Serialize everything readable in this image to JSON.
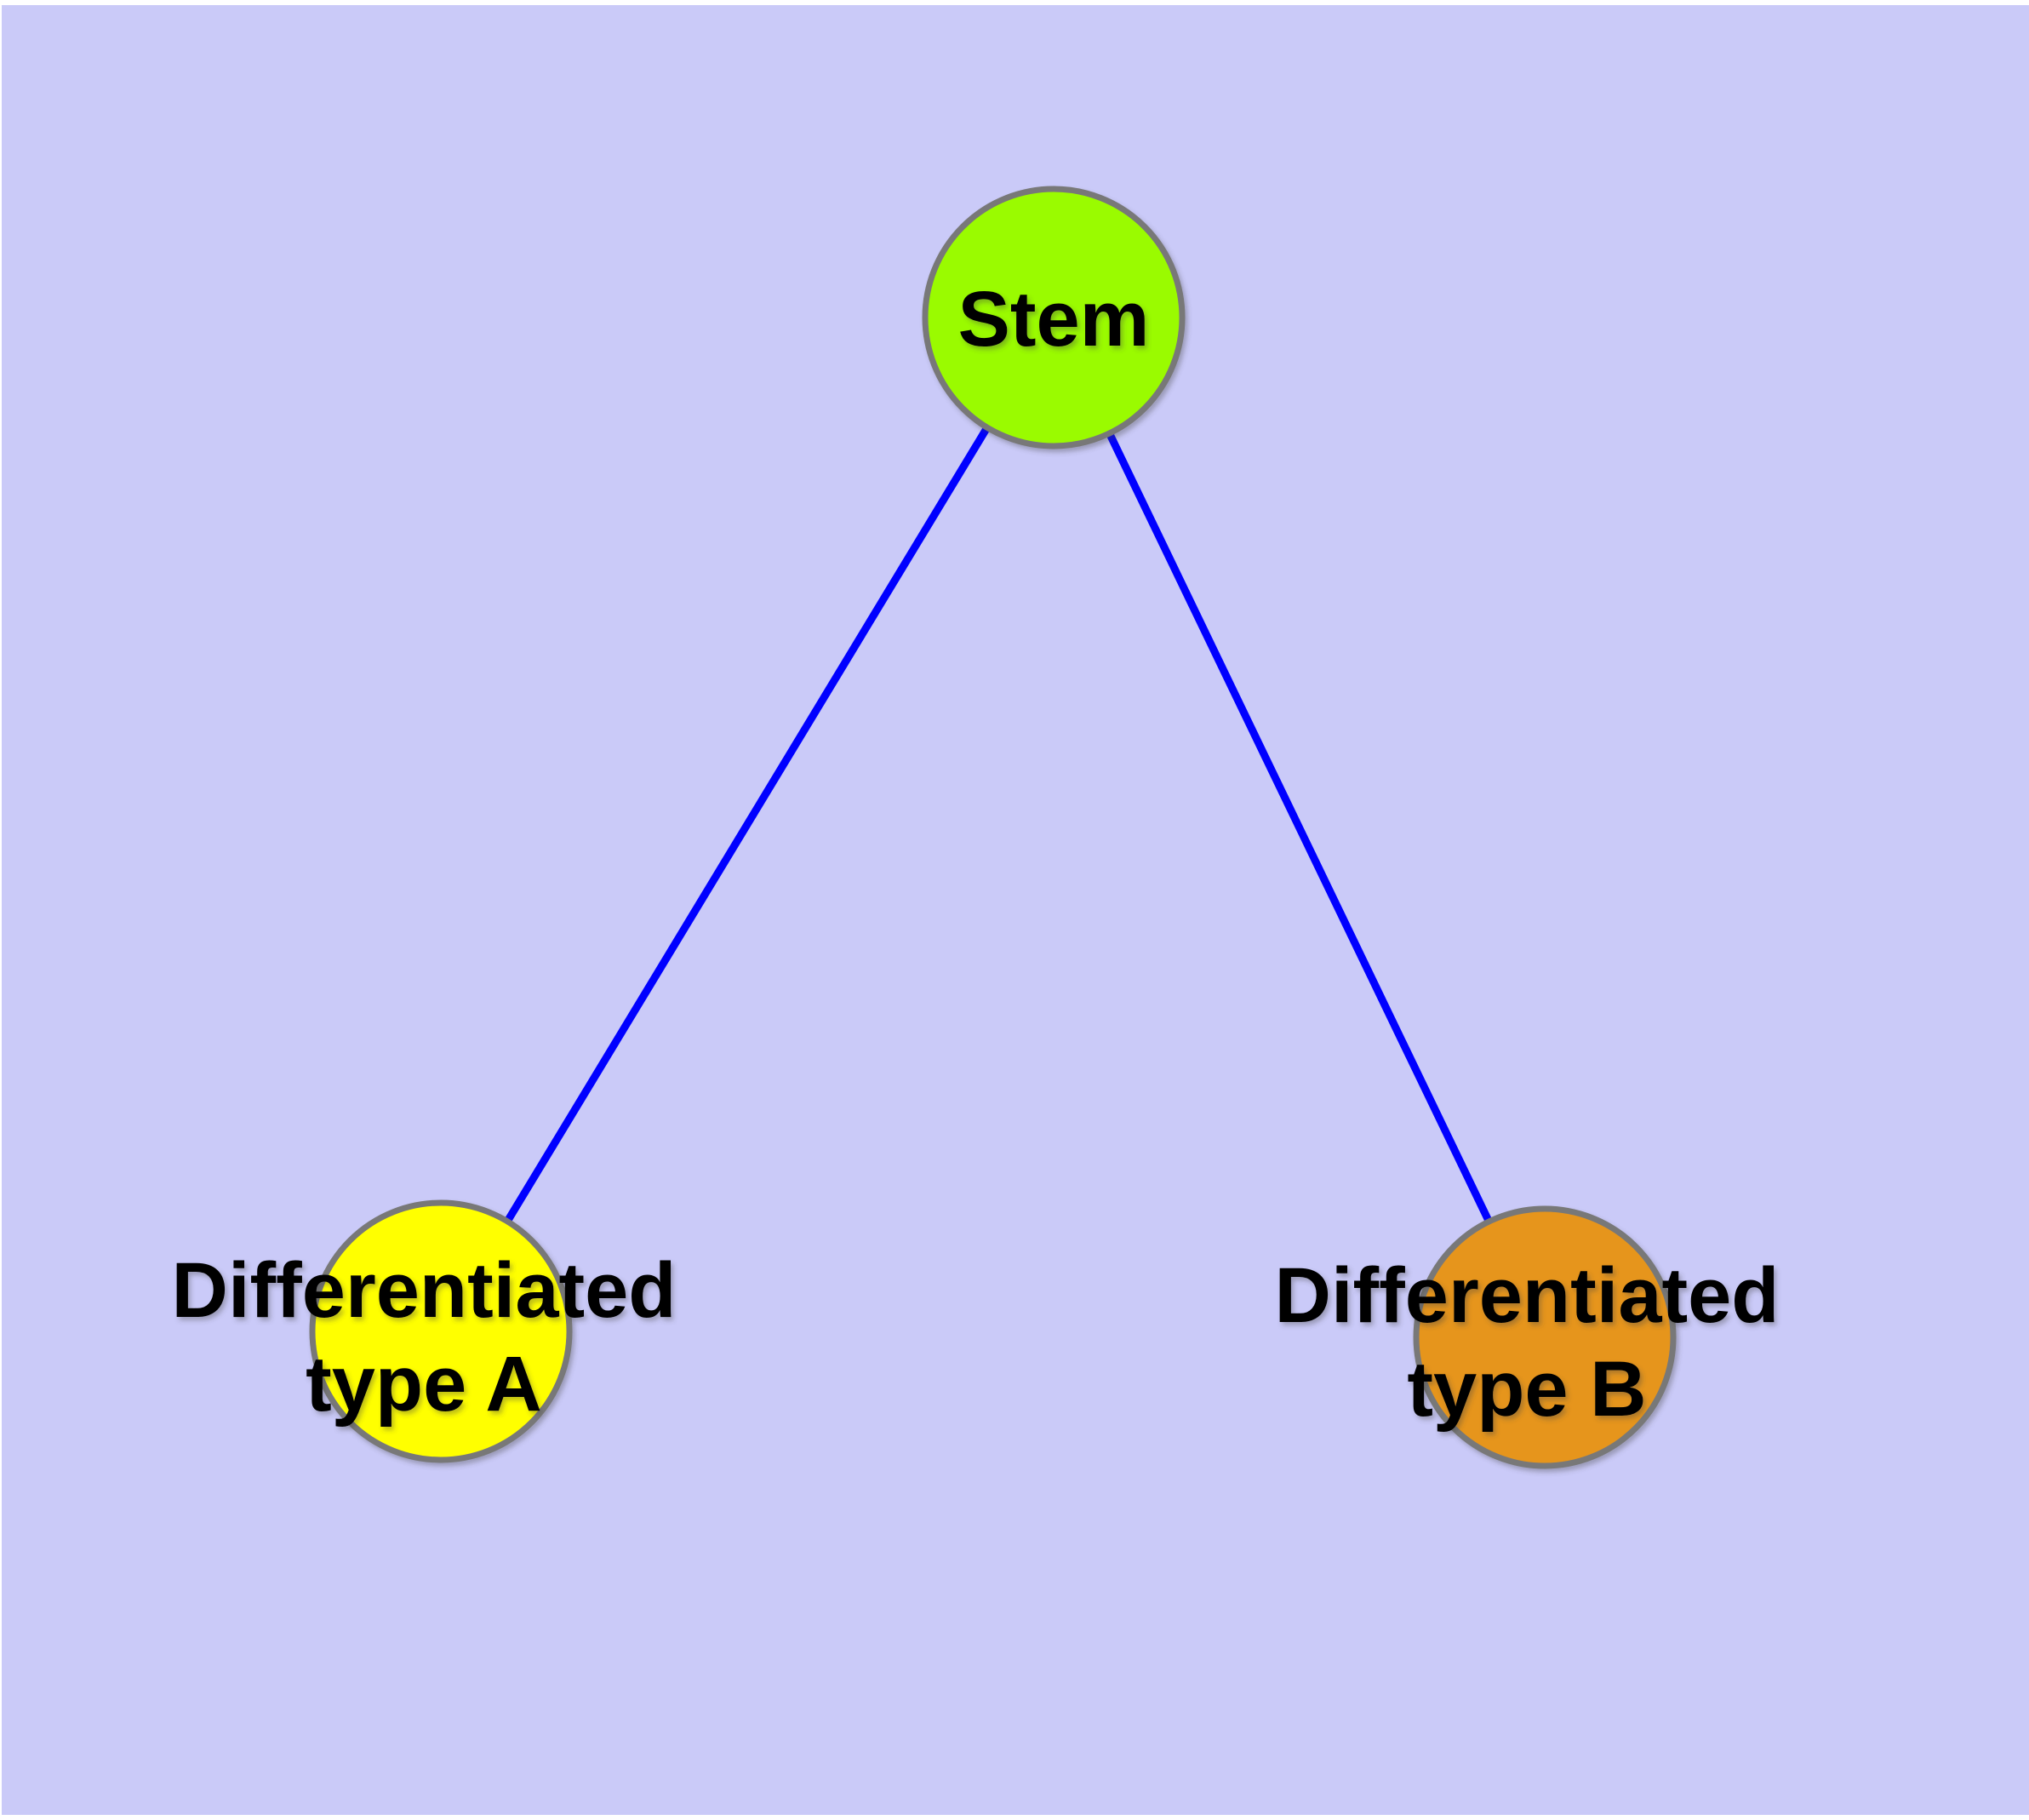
{
  "diagram": {
    "type": "graph",
    "background_color": "#cacaf8",
    "page_margin_color": "#ffffff",
    "edge_color": "#0000ff",
    "node_border_color": "#787878",
    "label_color": "#000000",
    "nodes": [
      {
        "id": "stem",
        "label": "Stem",
        "fill": "#9afb00"
      },
      {
        "id": "differentiated-type-a",
        "label_line1": "Differentiated",
        "label_line2": "type A",
        "fill": "#ffff00"
      },
      {
        "id": "differentiated-type-b",
        "label_line1": "Differentiated",
        "label_line2": "type B",
        "fill": "#e6951c"
      }
    ],
    "edges": [
      {
        "from": "Stem",
        "to": "Differentiated type A"
      },
      {
        "from": "Stem",
        "to": "Differentiated type B"
      }
    ]
  }
}
